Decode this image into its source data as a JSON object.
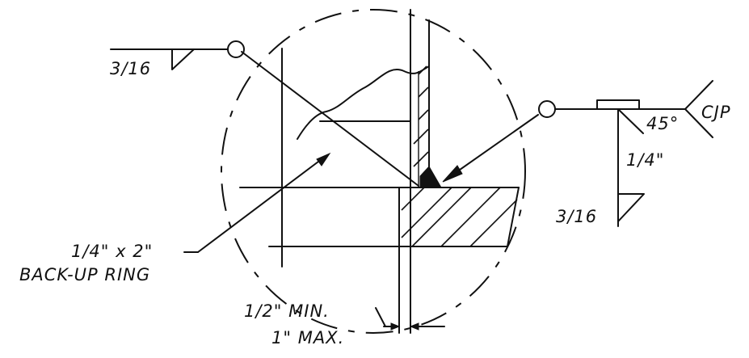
{
  "left_weld_symbol": {
    "size": "3/16"
  },
  "right_weld_symbol": {
    "groove_angle": "45°",
    "groove_depth": "1/4\"",
    "fillet_size": "3/16",
    "tail_note": "CJP"
  },
  "backup_ring": {
    "line1": "1/4\" x 2\"",
    "line2": "BACK-UP RING"
  },
  "root_opening": {
    "line1": "1/2\" MIN.",
    "line2": "1\" MAX."
  }
}
